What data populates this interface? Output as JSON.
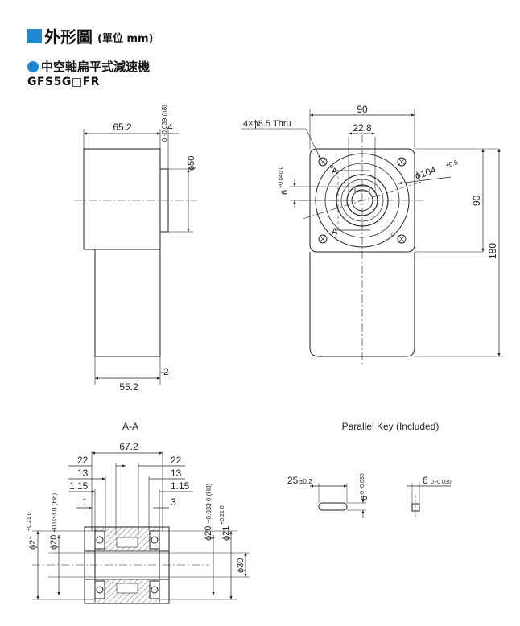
{
  "header": {
    "title": "外形圖",
    "unit": "(單位 mm)",
    "accent_color": "#1e88d2"
  },
  "subtitle": {
    "text": "中空軸扁平式減速機"
  },
  "model": {
    "text": "GFS5G□FR"
  },
  "side_view": {
    "dim_top": "65.2",
    "dim_top_small": "4",
    "dim_shaft_dia": "ϕ50",
    "dim_shaft_tol": "0 -0.039 (h8)",
    "dim_bottom": "55.2",
    "dim_bottom_small": "2"
  },
  "front_view": {
    "dim_width": "90",
    "dim_inner": "22.8",
    "holes_note": "4×ϕ8.5 Thru",
    "key_dim": "6",
    "key_tol": "+0.040 0",
    "pcd": "ϕ104",
    "pcd_tol": "±0.5",
    "dim_height_top": "90",
    "dim_height_total": "180",
    "section_label_1": "A",
    "section_label_2": "A"
  },
  "section": {
    "title": "A-A",
    "dim_total": "67.2",
    "dim_22_left": "22",
    "dim_22_right": "22",
    "dim_13_left": "13",
    "dim_13_right": "13",
    "dim_115_left": "1.15",
    "dim_115_right": "1.15",
    "dim_1": "1",
    "dim_3": "3",
    "bore_left_1": "ϕ21",
    "bore_left_1_tol": "+0.21 0",
    "bore_left_2": "ϕ20",
    "bore_left_2_tol": "+0.033 0 (H8)",
    "bore_right_1": "ϕ20",
    "bore_right_1_tol": "+0.033 0 (H8)",
    "bore_right_2": "ϕ21",
    "bore_right_2_tol": "+0.21 0",
    "dim_30": "ϕ30"
  },
  "parallel_key": {
    "title": "Parallel Key (Included)",
    "length": "25",
    "length_tol": "±0.2",
    "height": "6",
    "height_tol": "0 -0.030",
    "width": "6",
    "width_tol": "0 -0.030"
  }
}
